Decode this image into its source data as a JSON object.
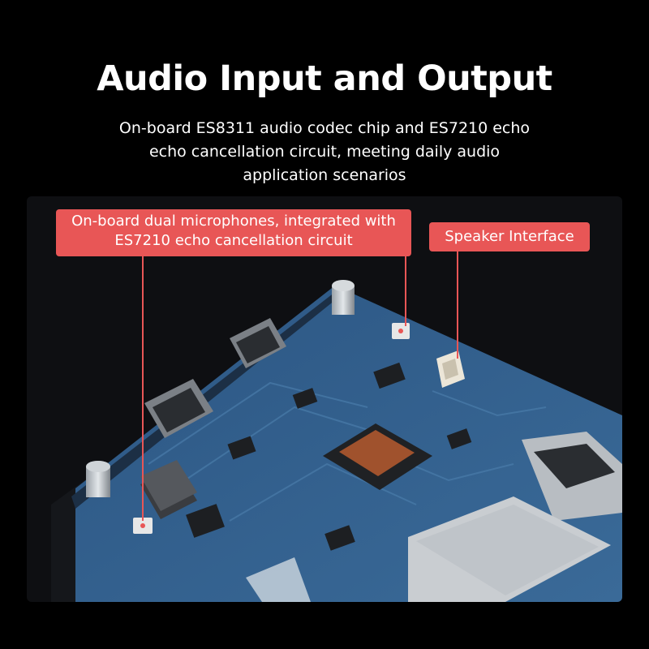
{
  "header": {
    "title": "Audio Input and Output",
    "subtitle_lines": [
      "On-board ES8311 audio codec chip and ES7210 echo",
      "echo cancellation circuit, meeting daily audio",
      "application scenarios"
    ]
  },
  "callouts": {
    "microphones": {
      "lines": [
        "On-board dual microphones, integrated with",
        "ES7210 echo cancellation circuit"
      ]
    },
    "speaker": {
      "label": "Speaker Interface"
    }
  },
  "colors": {
    "background": "#000000",
    "callout": "#e85656",
    "board": "#2f5a86"
  }
}
